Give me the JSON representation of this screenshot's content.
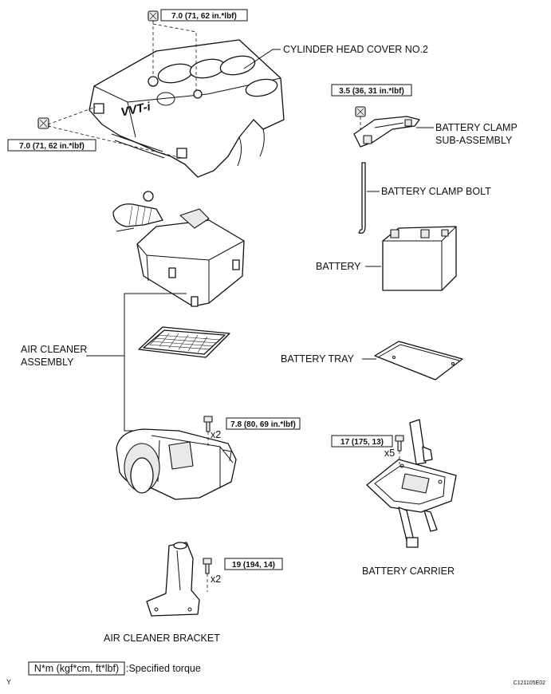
{
  "labels": {
    "cylinder_head_cover": "CYLINDER HEAD COVER NO.2",
    "battery_clamp_line1": "BATTERY CLAMP",
    "battery_clamp_line2": "SUB-ASSEMBLY",
    "battery_clamp_bolt": "BATTERY CLAMP BOLT",
    "battery": "BATTERY",
    "air_cleaner_line1": "AIR CLEANER",
    "air_cleaner_line2": "ASSEMBLY",
    "battery_tray": "BATTERY TRAY",
    "battery_carrier": "BATTERY CARRIER",
    "air_cleaner_bracket": "AIR CLEANER BRACKET"
  },
  "cover_emblem": "VVT-i",
  "torques": {
    "cover_top": "7.0 (71, 62 in.*lbf)",
    "cover_left": "7.0 (71, 62 in.*lbf)",
    "battery_clamp": "3.5 (36, 31 in.*lbf)",
    "air_cleaner": "7.8 (80, 69 in.*lbf)",
    "battery_carrier": "17 (175, 13)",
    "bracket": "19 (194, 14)"
  },
  "counts": {
    "air_cleaner": "x2",
    "battery_carrier": "x5",
    "bracket": "x2"
  },
  "legend": {
    "box_text": "N*m (kgf*cm, ft*lbf)",
    "suffix": ":Specified torque"
  },
  "corner_mark": "Y",
  "figure_code": "C121105E02"
}
